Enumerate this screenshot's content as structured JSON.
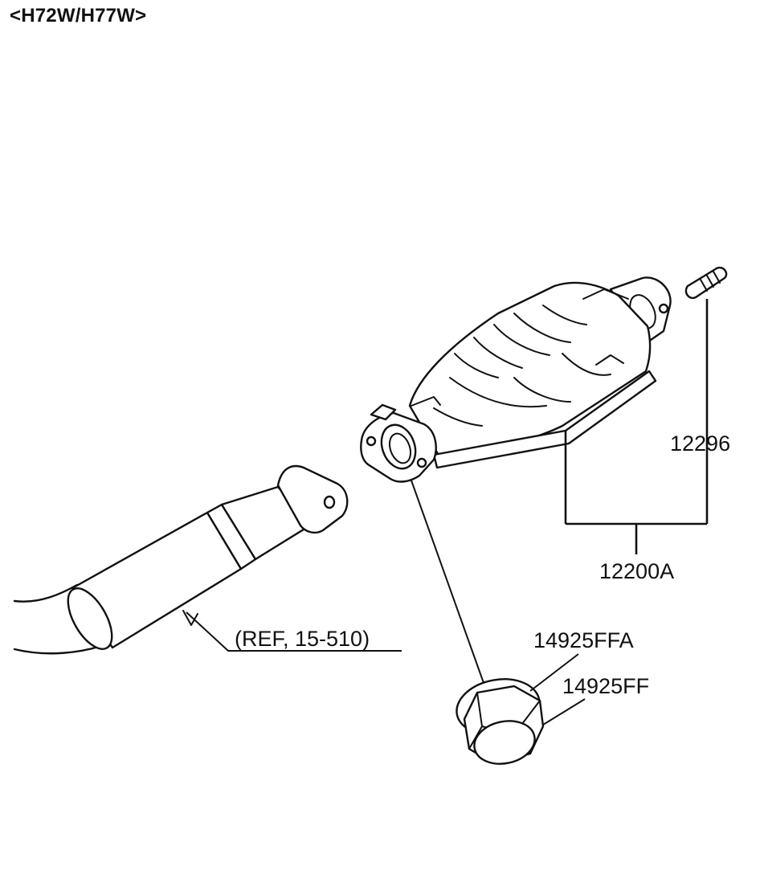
{
  "header": {
    "model_code": "<H72W/H77W>"
  },
  "callouts": {
    "stud_bolt": "12296",
    "catalytic_converter": "12200A",
    "nut_washer": "14925FFA",
    "flange_nut": "14925FF",
    "reference": "(REF, 15-510)"
  },
  "colors": {
    "line": "#111111",
    "background": "#ffffff"
  }
}
